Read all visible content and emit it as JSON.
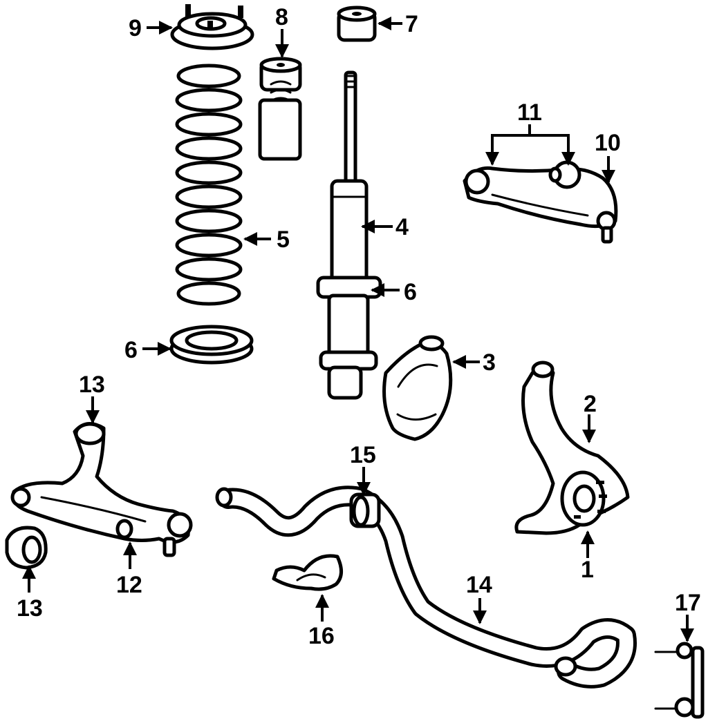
{
  "callouts": {
    "c1": "1",
    "c2": "2",
    "c3": "3",
    "c4": "4",
    "c5": "5",
    "c6a": "6",
    "c6b": "6",
    "c7": "7",
    "c8": "8",
    "c9": "9",
    "c10": "10",
    "c11": "11",
    "c12": "12",
    "c13a": "13",
    "c13b": "13",
    "c14": "14",
    "c15": "15",
    "c16": "16",
    "c17": "17"
  },
  "colors": {
    "line": "#000000",
    "background": "#ffffff"
  }
}
